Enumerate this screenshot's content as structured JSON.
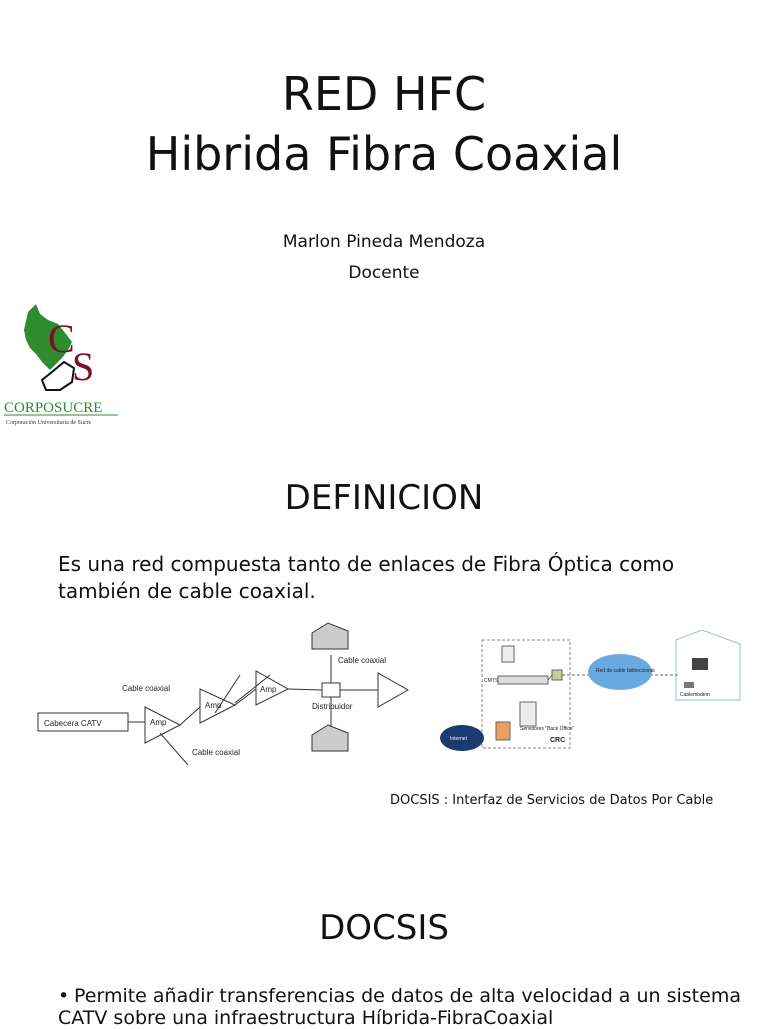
{
  "title": {
    "line1": "RED HFC",
    "line2": "Hibrida Fibra Coaxial"
  },
  "author": {
    "name": "Marlon Pineda Mendoza",
    "role": "Docente"
  },
  "logo": {
    "wordmark": "CORPOSUCRE",
    "subtitle": "Corporación Universitaria de Sucre",
    "letters": "CS",
    "colors": {
      "green": "#2e8b2e",
      "maroon": "#7a1020",
      "black": "#111111"
    }
  },
  "definicion": {
    "heading": "DEFINICION",
    "text": " Es una red compuesta tanto de enlaces de Fibra Óptica como también de cable coaxial."
  },
  "diagram_left": {
    "head_end": "Cabecera CATV",
    "amp": "Amp",
    "cable_top": "Cable coaxial",
    "cable_bottom": "Cable coaxial",
    "cable_right": "Cable coaxial",
    "distributor": "Distribuidor"
  },
  "diagram_right": {
    "cmts": "CMTS",
    "internet": "Internet",
    "servers": "Servidores \"Back Office\"",
    "crc": "CRC",
    "cloud": "Red de cable bidireccional",
    "cablemodem": "Cablemodem"
  },
  "caption": "DOCSIS : Interfaz de Servicios de Datos Por Cable",
  "docsis": {
    "heading": "DOCSIS",
    "bullet": "Permite  añadir transferencias de datos de alta velocidad a un sistema CATV sobre una infraestructura Híbrida-FibraCoaxial"
  }
}
